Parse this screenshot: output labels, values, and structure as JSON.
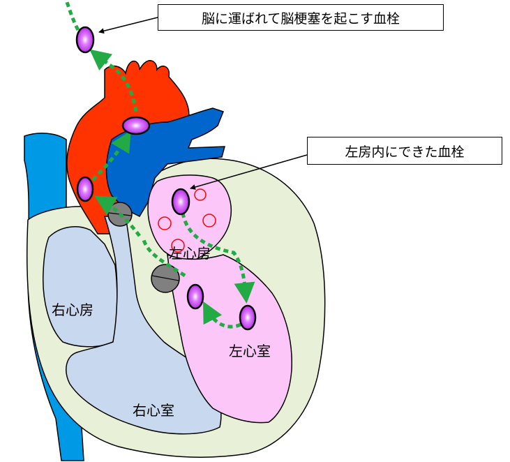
{
  "callouts": {
    "brain_embolus": "脳に運ばれて脳梗塞を起こす血栓",
    "left_atrium_thrombus": "左房内にできた血栓"
  },
  "chambers": {
    "right_atrium": "右心房",
    "right_ventricle": "右心室",
    "left_atrium": "左心房",
    "left_ventricle": "左心室"
  },
  "colors": {
    "vena_cava": "#0099e6",
    "aorta": "#ff3300",
    "pulmonary_artery": "#0066cc",
    "heart_outer": "#e8f0d8",
    "right_side": "#c8d8ee",
    "left_side": "#fcc6f8",
    "valve": "#808080",
    "clot_fill": "#cc44ee",
    "clot_core": "#ffffff",
    "flow_arrow": "#22aa44",
    "small_clot_outline": "#ff0000"
  }
}
